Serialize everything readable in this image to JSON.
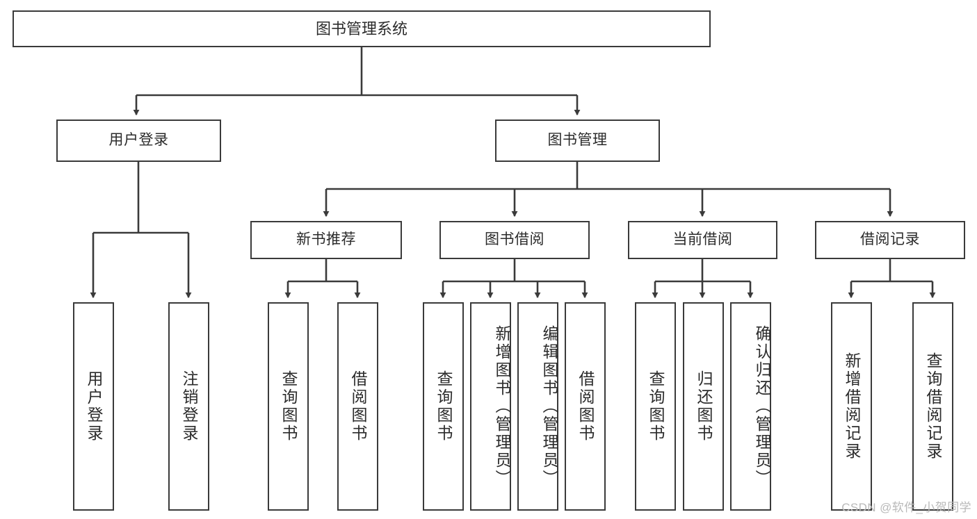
{
  "diagram": {
    "title": "图书管理系统",
    "type": "hierarchy-tree",
    "levels": 4,
    "colors": {
      "stroke": "#3a3a3a",
      "text": "#2b2b2b",
      "background": "#ffffff",
      "watermark": "#b9b9b9"
    },
    "root": {
      "label": "图书管理系统"
    },
    "level2": [
      {
        "label": "用户登录"
      },
      {
        "label": "图书管理"
      }
    ],
    "level3": [
      {
        "label": "新书推荐"
      },
      {
        "label": "图书借阅"
      },
      {
        "label": "当前借阅"
      },
      {
        "label": "借阅记录"
      }
    ],
    "leaves": {
      "user_login": [
        {
          "label": "用户登录"
        },
        {
          "label": "注销登录"
        }
      ],
      "new_book": [
        {
          "label": "查询图书"
        },
        {
          "label": "借阅图书"
        }
      ],
      "book_borrow": [
        {
          "label": "查询图书"
        },
        {
          "label": "新增图书（管理员）"
        },
        {
          "label": "编辑图书（管理员）"
        },
        {
          "label": "借阅图书"
        }
      ],
      "current_borrow": [
        {
          "label": "查询图书"
        },
        {
          "label": "归还图书"
        },
        {
          "label": "确认归还（管理员）"
        }
      ],
      "borrow_record": [
        {
          "label": "新增借阅记录"
        },
        {
          "label": "查询借阅记录"
        }
      ]
    }
  },
  "watermark": {
    "text": "CSDN @软件_小贺同学"
  }
}
